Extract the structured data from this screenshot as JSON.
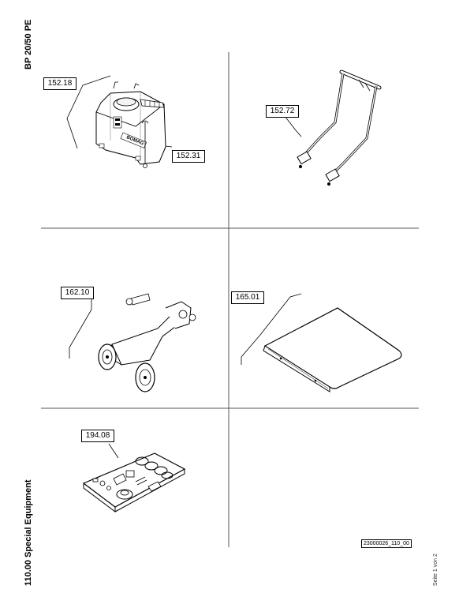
{
  "header": {
    "model": "BP 20/50 PE"
  },
  "footer": {
    "section": "110.00 Special Equipment",
    "page": "Seite 1 von 2",
    "doc_number": "23000026_110_00"
  },
  "parts": [
    {
      "label": "152.18"
    },
    {
      "label": "152.31"
    },
    {
      "label": "152.72"
    },
    {
      "label": "162.10"
    },
    {
      "label": "165.01"
    },
    {
      "label": "194.08"
    }
  ]
}
